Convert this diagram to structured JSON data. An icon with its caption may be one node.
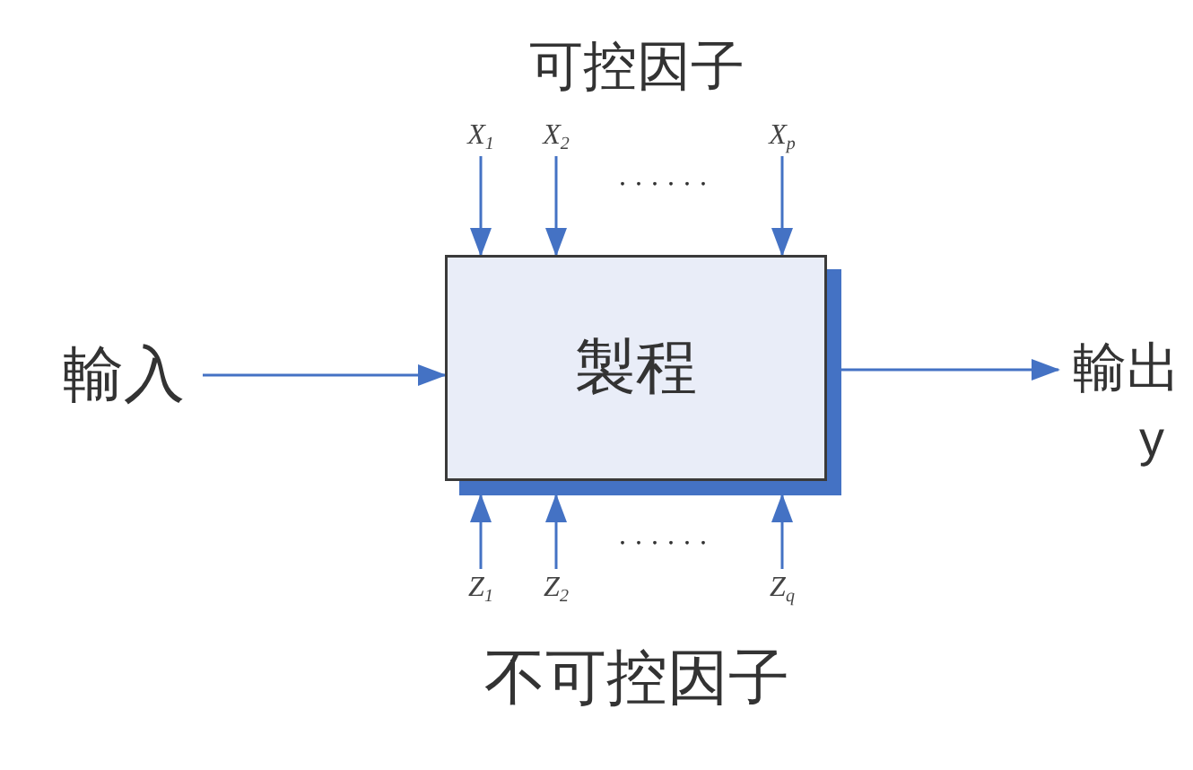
{
  "diagram": {
    "nodes": [
      {
        "text": [
          "製程"
        ]
      },
      {
        "text": [
          "輸入"
        ]
      },
      {
        "text": [
          "輸出",
          "y"
        ]
      },
      {
        "text": [
          "X$_{1}$"
        ]
      },
      {
        "text": [
          "X$_{2}$"
        ]
      },
      {
        "text": [
          "X$_{p}$"
        ]
      },
      {
        "text": [
          "Z$_{1}$"
        ]
      },
      {
        "text": [
          "Z$_{2}$"
        ]
      },
      {
        "text": [
          "Z$_{q}$"
        ]
      }
    ],
    "edges": [
      {
        "from": 1,
        "to": 0,
        "arrow": "to"
      },
      {
        "from": 0,
        "to": 2,
        "arrow": "to"
      },
      {
        "from": 3,
        "to": 0,
        "arrow": "to"
      },
      {
        "from": 4,
        "to": 0,
        "arrow": "to"
      },
      {
        "from": 5,
        "to": 0,
        "arrow": "to"
      },
      {
        "from": 6,
        "to": 0,
        "arrow": "to"
      },
      {
        "from": 7,
        "to": 0,
        "arrow": "to"
      },
      {
        "from": 8,
        "to": 0,
        "arrow": "to"
      }
    ],
    "labels": [
      "可控因子",
      "......",
      "......",
      "不可控因子"
    ]
  }
}
